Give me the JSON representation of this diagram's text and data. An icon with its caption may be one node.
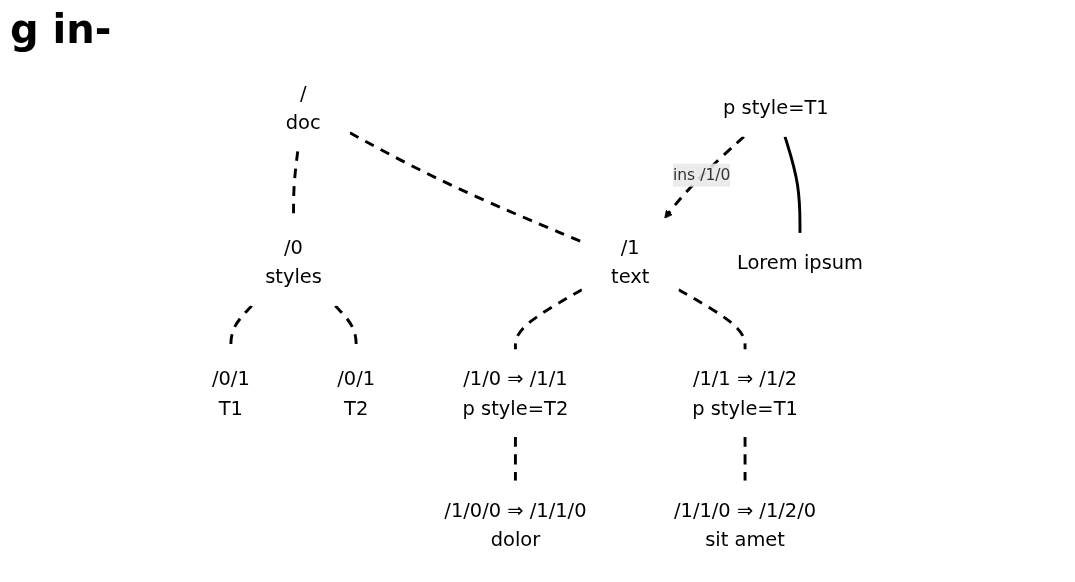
{
  "diagram": {
    "title": "g in-",
    "nodes": [
      {
        "text": [
          "/",
          "doc"
        ]
      },
      {
        "text": [
          "/0",
          "styles"
        ]
      },
      {
        "text": [
          "/1",
          "text"
        ]
      },
      {
        "text": [
          "/0/1",
          "T1"
        ]
      },
      {
        "text": [
          "/0/1",
          "T2"
        ]
      },
      {
        "text": [
          "p style=T1"
        ]
      },
      {
        "text": [
          "/1/0 ⇒ /1/1",
          "p style=T2"
        ]
      },
      {
        "text": [
          "/1/1 ⇒ /1/2",
          "p style=T1"
        ]
      },
      {
        "text": [
          "Lorem ipsum"
        ]
      },
      {
        "text": [
          "/1/0/0 ⇒ /1/1/0",
          "dolor"
        ]
      },
      {
        "text": [
          "/1/1/0 ⇒ /1/2/0",
          "sit amet"
        ]
      }
    ],
    "edges": [
      {
        "from": 0,
        "to": 1,
        "arrow": "none",
        "style": "dashed"
      },
      {
        "from": 0,
        "to": 2,
        "arrow": "none",
        "style": "dashed"
      },
      {
        "from": 1,
        "to": 3,
        "arrow": "none",
        "style": "dashed"
      },
      {
        "from": 1,
        "to": 4,
        "arrow": "none",
        "style": "dashed"
      },
      {
        "from": 5,
        "to": 2,
        "arrow": "to",
        "style": "dashed",
        "label": "ins /1/0"
      },
      {
        "from": 2,
        "to": 6,
        "arrow": "none",
        "style": "dashed"
      },
      {
        "from": 2,
        "to": 7,
        "arrow": "none",
        "style": "dashed"
      },
      {
        "from": 5,
        "to": 8,
        "arrow": "none"
      },
      {
        "from": 6,
        "to": 9,
        "arrow": "none",
        "style": "dashed"
      },
      {
        "from": 7,
        "to": 10,
        "arrow": "none",
        "style": "dashed"
      }
    ]
  }
}
